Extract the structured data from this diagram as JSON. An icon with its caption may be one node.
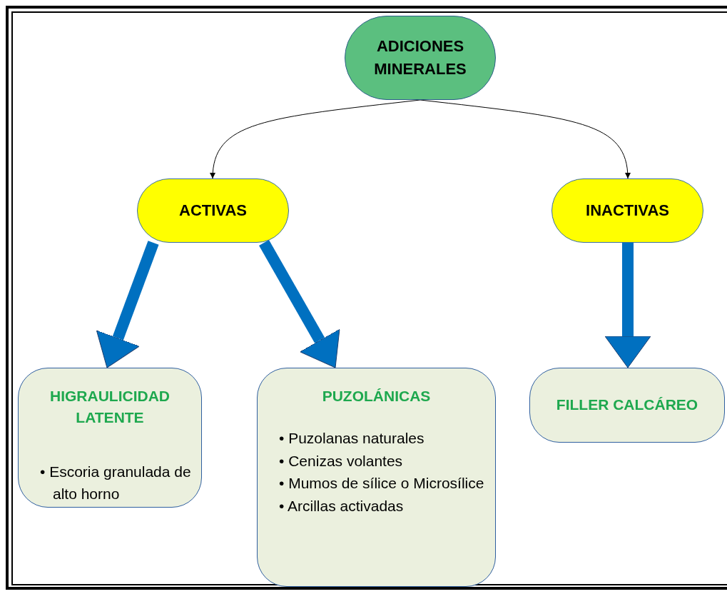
{
  "diagram": {
    "nodes": [
      {
        "text": [
          "ADICIONES MINERALES"
        ]
      },
      {
        "text": [
          "ACTIVAS"
        ]
      },
      {
        "text": [
          "INACTIVAS"
        ]
      },
      {
        "text": [
          "HIGRAULICIDAD LATENTE",
          "• Escoria granulada de alto horno"
        ]
      },
      {
        "text": [
          "PUZOLÁNICAS",
          "• Puzolanas naturales",
          "• Cenizas volantes",
          "• Mumos de sílice o Microsílice",
          "• Arcillas activadas"
        ]
      },
      {
        "text": [
          "FILLER CALCÁREO"
        ]
      }
    ],
    "edges": [
      {
        "from": 0,
        "to": 1,
        "arrow": "to",
        "color": "#000000"
      },
      {
        "from": 0,
        "to": 2,
        "arrow": "to",
        "color": "#000000"
      },
      {
        "from": 1,
        "to": 3,
        "arrow": "to",
        "color": "#0070c0"
      },
      {
        "from": 1,
        "to": 4,
        "arrow": "to",
        "color": "#0070c0"
      },
      {
        "from": 2,
        "to": 5,
        "arrow": "to",
        "color": "#0070c0"
      }
    ]
  }
}
